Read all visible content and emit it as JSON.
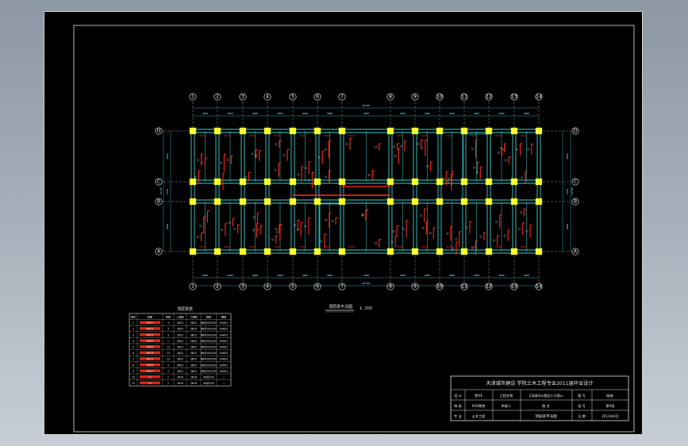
{
  "drawing": {
    "plan_title": "顶层梁平法图",
    "scale": "1: 200",
    "table_title": "顶层梁表",
    "top_total_dim": "56700",
    "bottom_total_dim": "56700",
    "column_axes": [
      "1",
      "2",
      "3",
      "4",
      "5",
      "6",
      "7",
      "8",
      "9",
      "10",
      "11",
      "12",
      "13",
      "14"
    ],
    "row_axes": [
      "D",
      "C",
      "B",
      "A"
    ],
    "bay_dims_top": [
      "4000",
      "4000",
      "4000",
      "4000",
      "4000",
      "4000",
      "4300",
      "4000",
      "4000",
      "4000",
      "4000",
      "4000",
      "4000"
    ],
    "bay_dims_bottom": [
      "4000",
      "4000",
      "4000",
      "4000",
      "4000",
      "4000",
      "4300",
      "4000",
      "4000",
      "4000",
      "4000",
      "4000",
      "4000"
    ],
    "side_dims": [
      "6000",
      "2700",
      "6000"
    ],
    "side_total": "14700"
  },
  "beam_table": {
    "headers": [
      "编号",
      "截面",
      "跨数",
      "上部筋",
      "下部筋",
      "箍筋",
      "腰筋"
    ],
    "rows": [
      [
        "1",
        "WKL1",
        "3",
        "2Φ22",
        "3Φ22",
        "Φ8@100/200",
        "G4Φ12"
      ],
      [
        "2",
        "WKL2",
        "3",
        "2Φ20",
        "3Φ20",
        "Φ8@100/200",
        "G4Φ12"
      ],
      [
        "3",
        "WKL3",
        "3",
        "2Φ22",
        "3Φ22",
        "Φ8@100/200",
        "G4Φ12"
      ],
      [
        "4",
        "WKL4",
        "1",
        "2Φ20",
        "3Φ20",
        "Φ8@100/200",
        "G4Φ12"
      ],
      [
        "5",
        "WKL5",
        "13",
        "2Φ22",
        "3Φ22",
        "Φ8@100/200",
        "G4Φ12"
      ],
      [
        "6",
        "WKL6",
        "13",
        "2Φ22",
        "3Φ22",
        "Φ8@100/200",
        "G4Φ12"
      ],
      [
        "7",
        "WKL7",
        "13",
        "2Φ20",
        "3Φ20",
        "Φ8@100/200",
        "G4Φ12"
      ],
      [
        "8",
        "WKL8",
        "3",
        "2Φ20",
        "3Φ20",
        "Φ8@100/200",
        "G4Φ12"
      ],
      [
        "9",
        "WKL9",
        "3",
        "2Φ22",
        "3Φ22",
        "Φ8@100/200",
        "G4Φ12"
      ],
      [
        "10",
        "L1",
        "1",
        "2Φ16",
        "2Φ18",
        "Φ8@200",
        "—"
      ],
      [
        "11",
        "L2",
        "1",
        "2Φ16",
        "2Φ18",
        "Φ8@200",
        "—"
      ]
    ]
  },
  "title_block": {
    "header": "天津城市建设 学院土木工程专业2011届毕业设计",
    "r1": [
      "设 计",
      "贾XX",
      "工程名称",
      "天津某办公楼设计(方案A)",
      "图 号",
      "结施-"
    ],
    "r2": [
      "审 核",
      "XXX教授",
      "审查人",
      "图 名",
      "张 号",
      "第X张"
    ],
    "r3": [
      "专 业",
      "土木工程",
      "",
      "顶层梁平法图",
      "日 期",
      "2011年6月"
    ]
  },
  "colors": {
    "beam": "#38d0cc",
    "column": "#ffff33",
    "rebar": "#ff2a1a",
    "dimension": "#2de0e8",
    "text": "#ffffff"
  }
}
